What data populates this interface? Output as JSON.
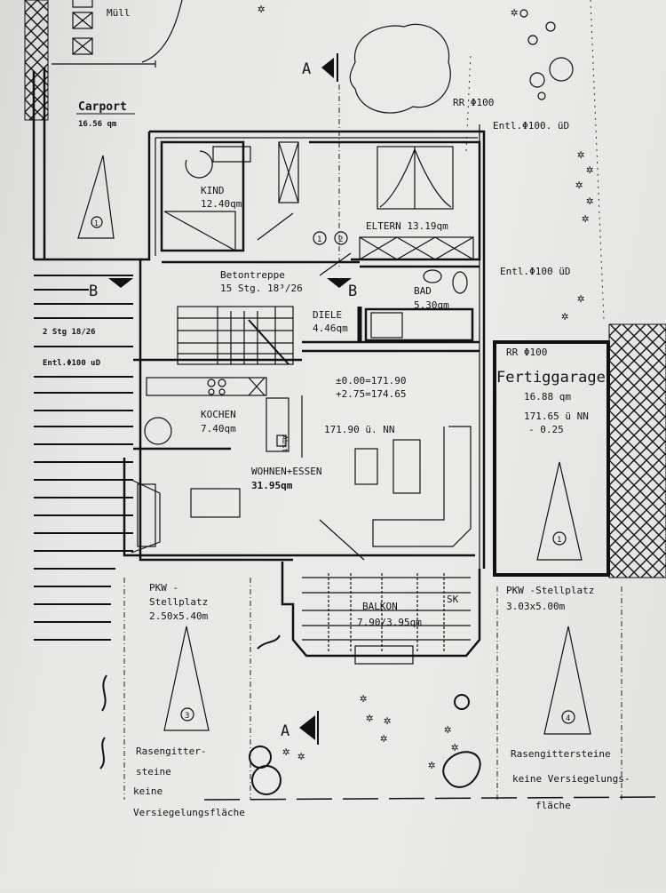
{
  "title": "Grundriss Erdgeschoss",
  "labels": {
    "muell": "Müll",
    "carport": "Carport",
    "carport_area": "16.56 qm",
    "kind": "KIND",
    "kind_area": "12.40qm",
    "eltern": "ELTERN 13.19qm",
    "betontreppe": "Betontreppe",
    "treppe_steps": "15 Stg. 18³/26",
    "diele": "DIELE",
    "diele_area": "4.46qm",
    "bad": "BAD",
    "bad_area": "5.30qm",
    "rr_top": "RR Φ100",
    "entl_top": "Entl.Φ100. üD",
    "entl_mid": "Entl.Φ100 üD",
    "outside_steps": "2 Stg  18/26",
    "outside_entl": "Entl.Φ100 uD",
    "level_0": "±0.00=171.90",
    "level_1": "+2.75=174.65",
    "level_nn": "171.90 ü. NN",
    "kochen": "KOCHEN",
    "kochen_area": "7.40qm",
    "abst": "Abst",
    "wohnen": "WOHNEN+ESSEN",
    "wohnen_area": "31.95qm",
    "garage_rr": "RR Φ100",
    "garage": "Fertiggarage",
    "garage_area": "16.88 qm",
    "garage_nn": "171.65 ü NN",
    "garage_level": "- 0.25",
    "balkon": "BALKON",
    "balkon_area": "7.90/3.95qm",
    "sk": "SK",
    "pkw_left_1": "PKW -",
    "pkw_left_2": "Stellplatz",
    "pkw_left_size": "2.50x5.40m",
    "pkw_right_1": "PKW -Stellplatz",
    "pkw_right_size": "3.03x5.00m",
    "rasen_left_1": "Rasengitter-",
    "rasen_left_2": "steine",
    "rasen_left_3": "keine",
    "rasen_left_4": "Versiegelungsfläche",
    "rasen_right_1": "Rasengittersteine",
    "rasen_right_2": "keine Versiegelungs-",
    "rasen_right_3": "fläche",
    "section_a": "A",
    "section_b": "B",
    "n1": "1",
    "n2": "2",
    "n3": "3",
    "n4": "4"
  }
}
